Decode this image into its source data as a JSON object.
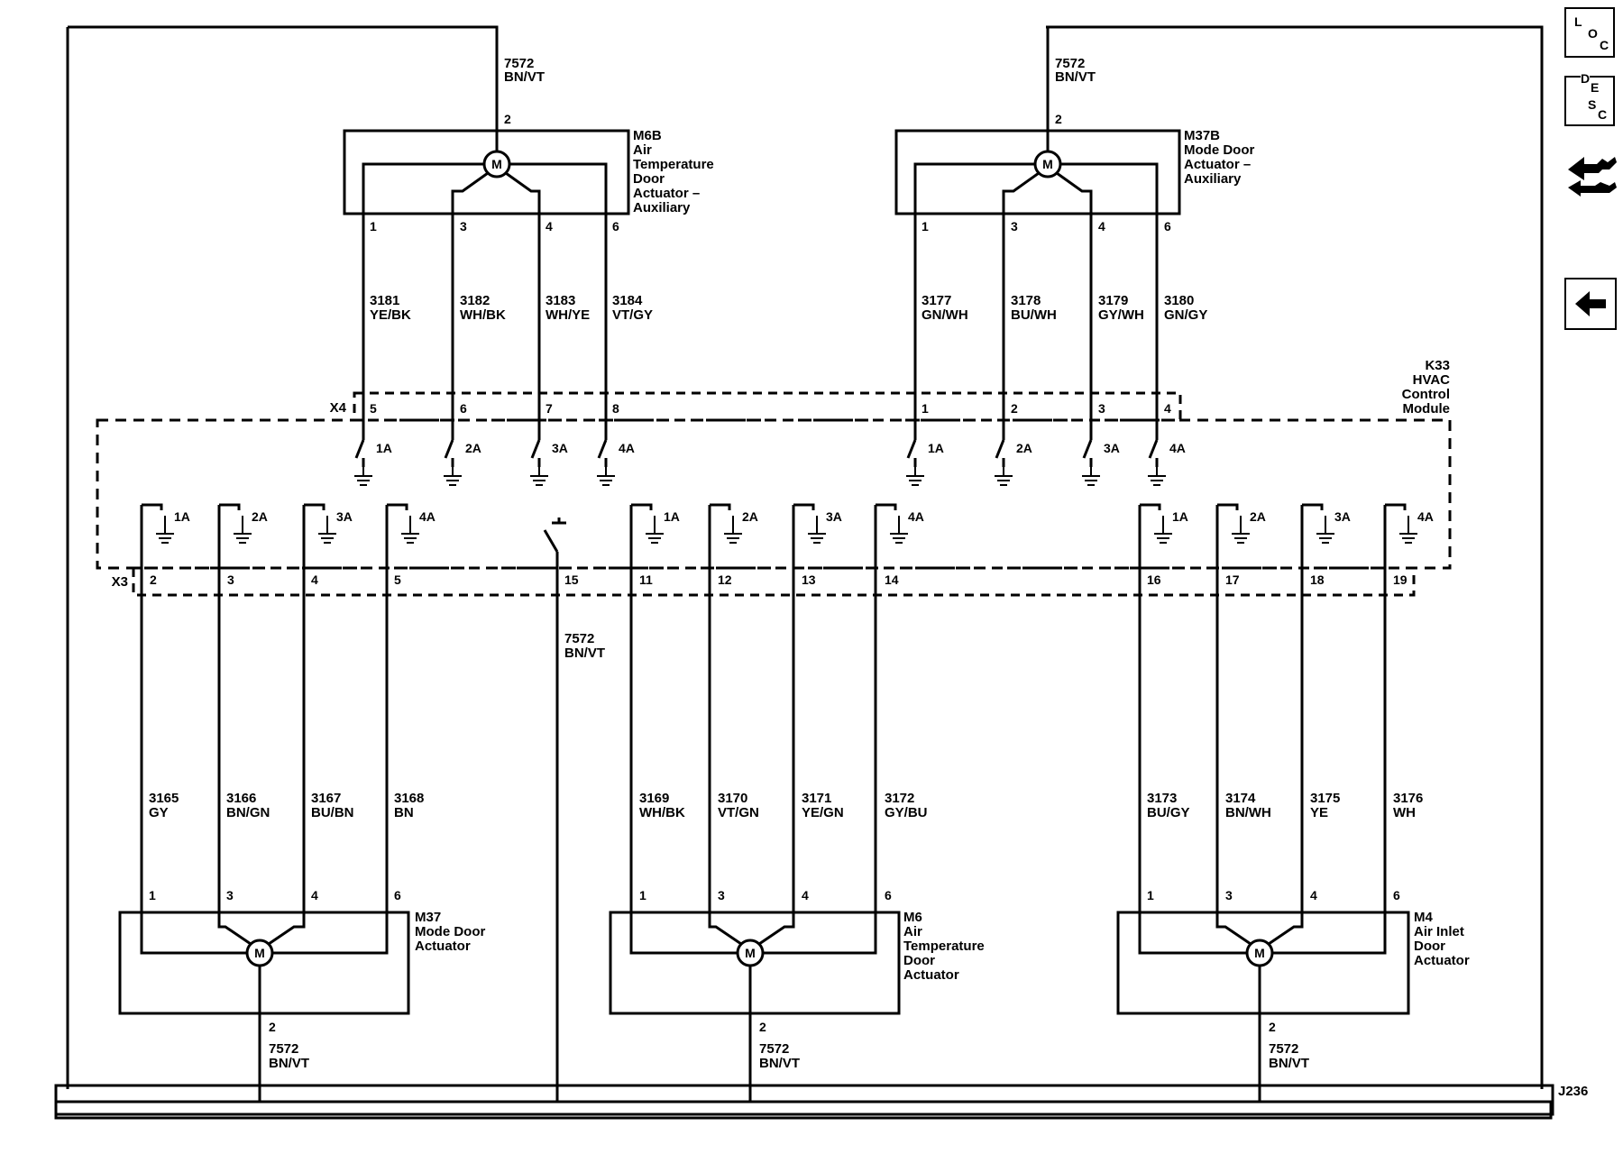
{
  "diagram": {
    "ground_bus": "J236",
    "module": {
      "ref": "K33",
      "lines": [
        "HVAC",
        "Control",
        "Module"
      ]
    },
    "connectors": {
      "upper": "X4",
      "lower": "X3"
    },
    "supply": {
      "circuit": "7572",
      "color": "BN/VT",
      "x3_pin": "15"
    },
    "motor_symbol": "M",
    "switch_labels": [
      "1A",
      "2A",
      "3A",
      "4A"
    ],
    "top_actuators": [
      {
        "ref": "M6B",
        "name": [
          "Air",
          "Temperature",
          "Door",
          "Actuator –",
          "Auxiliary"
        ],
        "supply_pin": "2",
        "supply_circuit": "7572",
        "supply_color": "BN/VT",
        "pins": [
          "1",
          "3",
          "4",
          "6"
        ],
        "x4_pins": [
          "5",
          "6",
          "7",
          "8"
        ],
        "circuits": [
          {
            "num": "3181",
            "color": "YE/BK"
          },
          {
            "num": "3182",
            "color": "WH/BK"
          },
          {
            "num": "3183",
            "color": "WH/YE"
          },
          {
            "num": "3184",
            "color": "VT/GY"
          }
        ]
      },
      {
        "ref": "M37B",
        "name": [
          "Mode Door",
          "Actuator –",
          "Auxiliary"
        ],
        "supply_pin": "2",
        "supply_circuit": "7572",
        "supply_color": "BN/VT",
        "pins": [
          "1",
          "3",
          "4",
          "6"
        ],
        "x4_pins": [
          "1",
          "2",
          "3",
          "4"
        ],
        "circuits": [
          {
            "num": "3177",
            "color": "GN/WH"
          },
          {
            "num": "3178",
            "color": "BU/WH"
          },
          {
            "num": "3179",
            "color": "GY/WH"
          },
          {
            "num": "3180",
            "color": "GN/GY"
          }
        ]
      }
    ],
    "bottom_actuators": [
      {
        "ref": "M37",
        "name": [
          "Mode Door",
          "Actuator"
        ],
        "supply_pin": "2",
        "supply_circuit": "7572",
        "supply_color": "BN/VT",
        "pins": [
          "1",
          "3",
          "4",
          "6"
        ],
        "x3_pins": [
          "2",
          "3",
          "4",
          "5"
        ],
        "circuits": [
          {
            "num": "3165",
            "color": "GY"
          },
          {
            "num": "3166",
            "color": "BN/GN"
          },
          {
            "num": "3167",
            "color": "BU/BN"
          },
          {
            "num": "3168",
            "color": "BN"
          }
        ]
      },
      {
        "ref": "M6",
        "name": [
          "Air",
          "Temperature",
          "Door",
          "Actuator"
        ],
        "supply_pin": "2",
        "supply_circuit": "7572",
        "supply_color": "BN/VT",
        "pins": [
          "1",
          "3",
          "4",
          "6"
        ],
        "x3_pins": [
          "11",
          "12",
          "13",
          "14"
        ],
        "circuits": [
          {
            "num": "3169",
            "color": "WH/BK"
          },
          {
            "num": "3170",
            "color": "VT/GN"
          },
          {
            "num": "3171",
            "color": "YE/GN"
          },
          {
            "num": "3172",
            "color": "GY/BU"
          }
        ]
      },
      {
        "ref": "M4",
        "name": [
          "Air Inlet",
          "Door",
          "Actuator"
        ],
        "supply_pin": "2",
        "supply_circuit": "7572",
        "supply_color": "BN/VT",
        "pins": [
          "1",
          "3",
          "4",
          "6"
        ],
        "x3_pins": [
          "16",
          "17",
          "18",
          "19"
        ],
        "circuits": [
          {
            "num": "3173",
            "color": "BU/GY"
          },
          {
            "num": "3174",
            "color": "BN/WH"
          },
          {
            "num": "3175",
            "color": "YE"
          },
          {
            "num": "3176",
            "color": "WH"
          }
        ]
      }
    ]
  },
  "side_panel": {
    "loc": {
      "l": "L",
      "o": "O",
      "c": "C"
    },
    "desc": {
      "d": "D",
      "e": "E",
      "s": "S",
      "c": "C"
    },
    "icons": [
      "loc-icon",
      "desc-icon",
      "connector-icon",
      "back-arrow-icon"
    ]
  }
}
